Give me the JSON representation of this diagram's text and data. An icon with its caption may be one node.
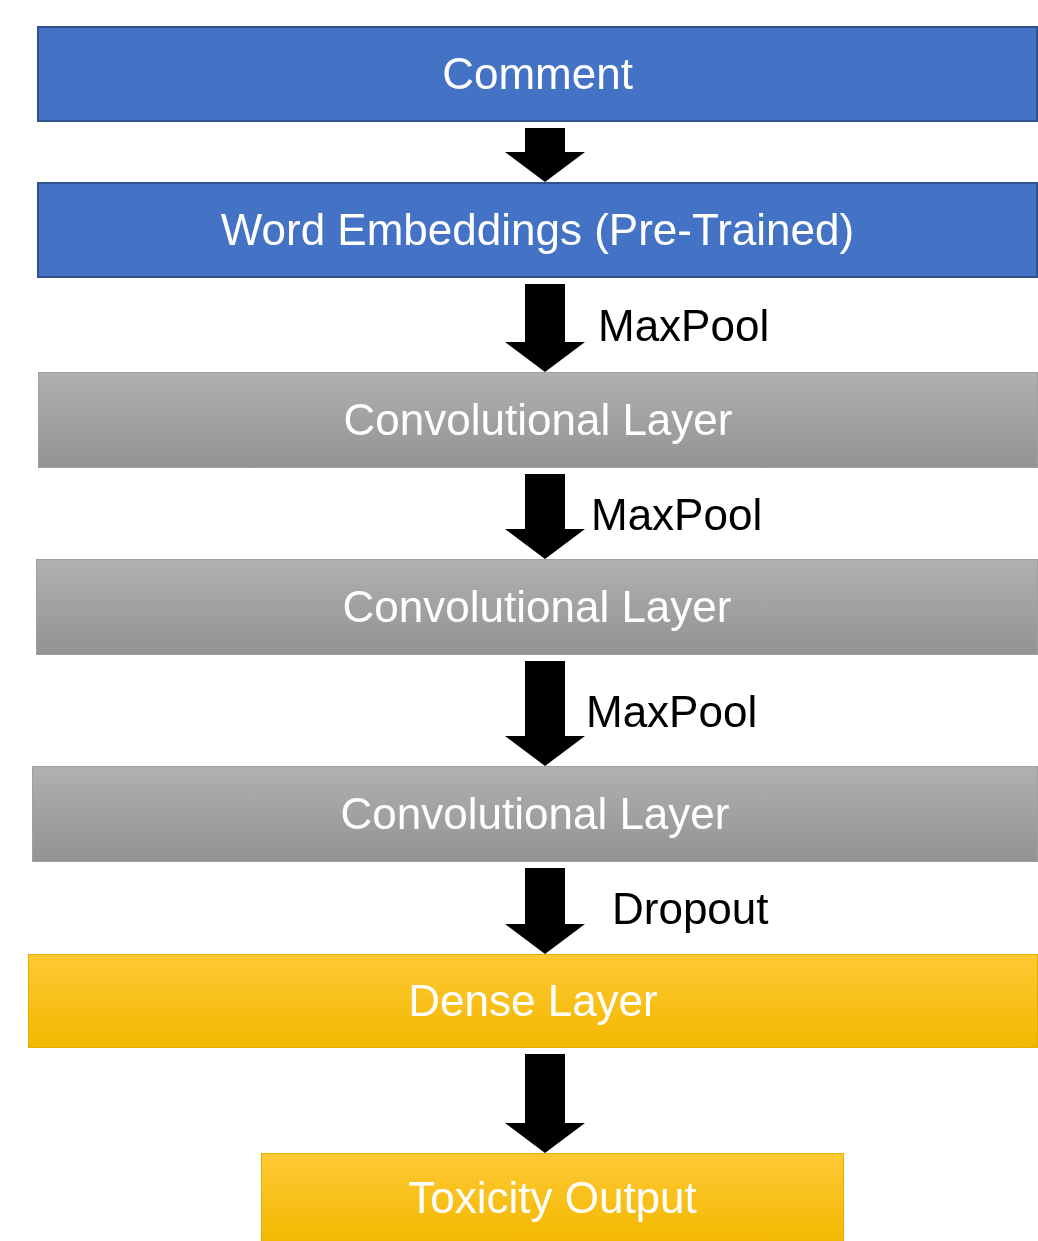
{
  "diagram": {
    "nodes": [
      {
        "text": [
          "Comment"
        ]
      },
      {
        "text": [
          "Word Embeddings (Pre-Trained)"
        ]
      },
      {
        "text": [
          "Convolutional Layer"
        ]
      },
      {
        "text": [
          "Convolutional Layer"
        ]
      },
      {
        "text": [
          "Convolutional Layer"
        ]
      },
      {
        "text": [
          "Dense Layer"
        ]
      },
      {
        "text": [
          "Toxicity Output"
        ]
      }
    ],
    "edges": [
      {
        "from": 0,
        "to": 1,
        "arrow": "to"
      },
      {
        "from": 1,
        "to": 2,
        "arrow": "to",
        "label": "MaxPool"
      },
      {
        "from": 2,
        "to": 3,
        "arrow": "to",
        "label": "MaxPool"
      },
      {
        "from": 3,
        "to": 4,
        "arrow": "to",
        "label": "MaxPool"
      },
      {
        "from": 4,
        "to": 5,
        "arrow": "to",
        "label": "Dropout"
      },
      {
        "from": 5,
        "to": 6,
        "arrow": "to"
      }
    ]
  }
}
